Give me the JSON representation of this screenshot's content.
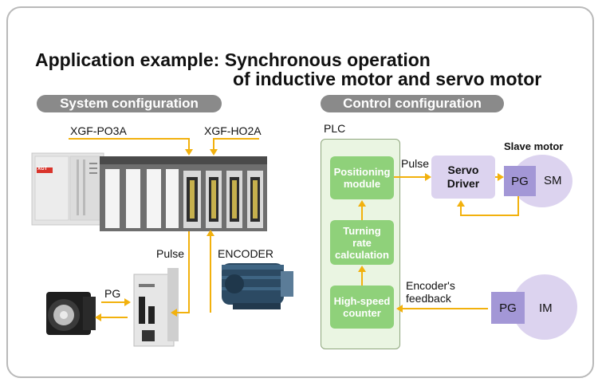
{
  "title": {
    "line1": "Application example: Synchronous operation",
    "line2": "of inductive motor and servo motor"
  },
  "sections": {
    "system": "System configuration",
    "control": "Control configuration"
  },
  "system": {
    "module_left": "XGF-PO3A",
    "module_right": "XGF-HO2A",
    "pulse": "Pulse",
    "encoder": "ENCODER",
    "pg": "PG",
    "plc_brand": "XGT"
  },
  "control": {
    "plc": "PLC",
    "positioning": [
      "Positioning",
      "module"
    ],
    "turning": [
      "Turning",
      "rate",
      "calculation"
    ],
    "highspeed": [
      "High-speed",
      "counter"
    ],
    "pulse": "Pulse",
    "servo": [
      "Servo",
      "Driver"
    ],
    "slave_motor": "Slave motor",
    "pg_top": "PG",
    "sm": "SM",
    "feedback": [
      "Encoder's",
      "feedback"
    ],
    "pg_bottom": "PG",
    "im": "IM"
  },
  "colors": {
    "arrow": "#f2b10d",
    "green_box": "#8fd17a",
    "plc_bg": "#eaf5e2",
    "motor_bg": "#dcd3ef",
    "pg_bg": "#a397d6",
    "pill": "#8a8a8a"
  }
}
